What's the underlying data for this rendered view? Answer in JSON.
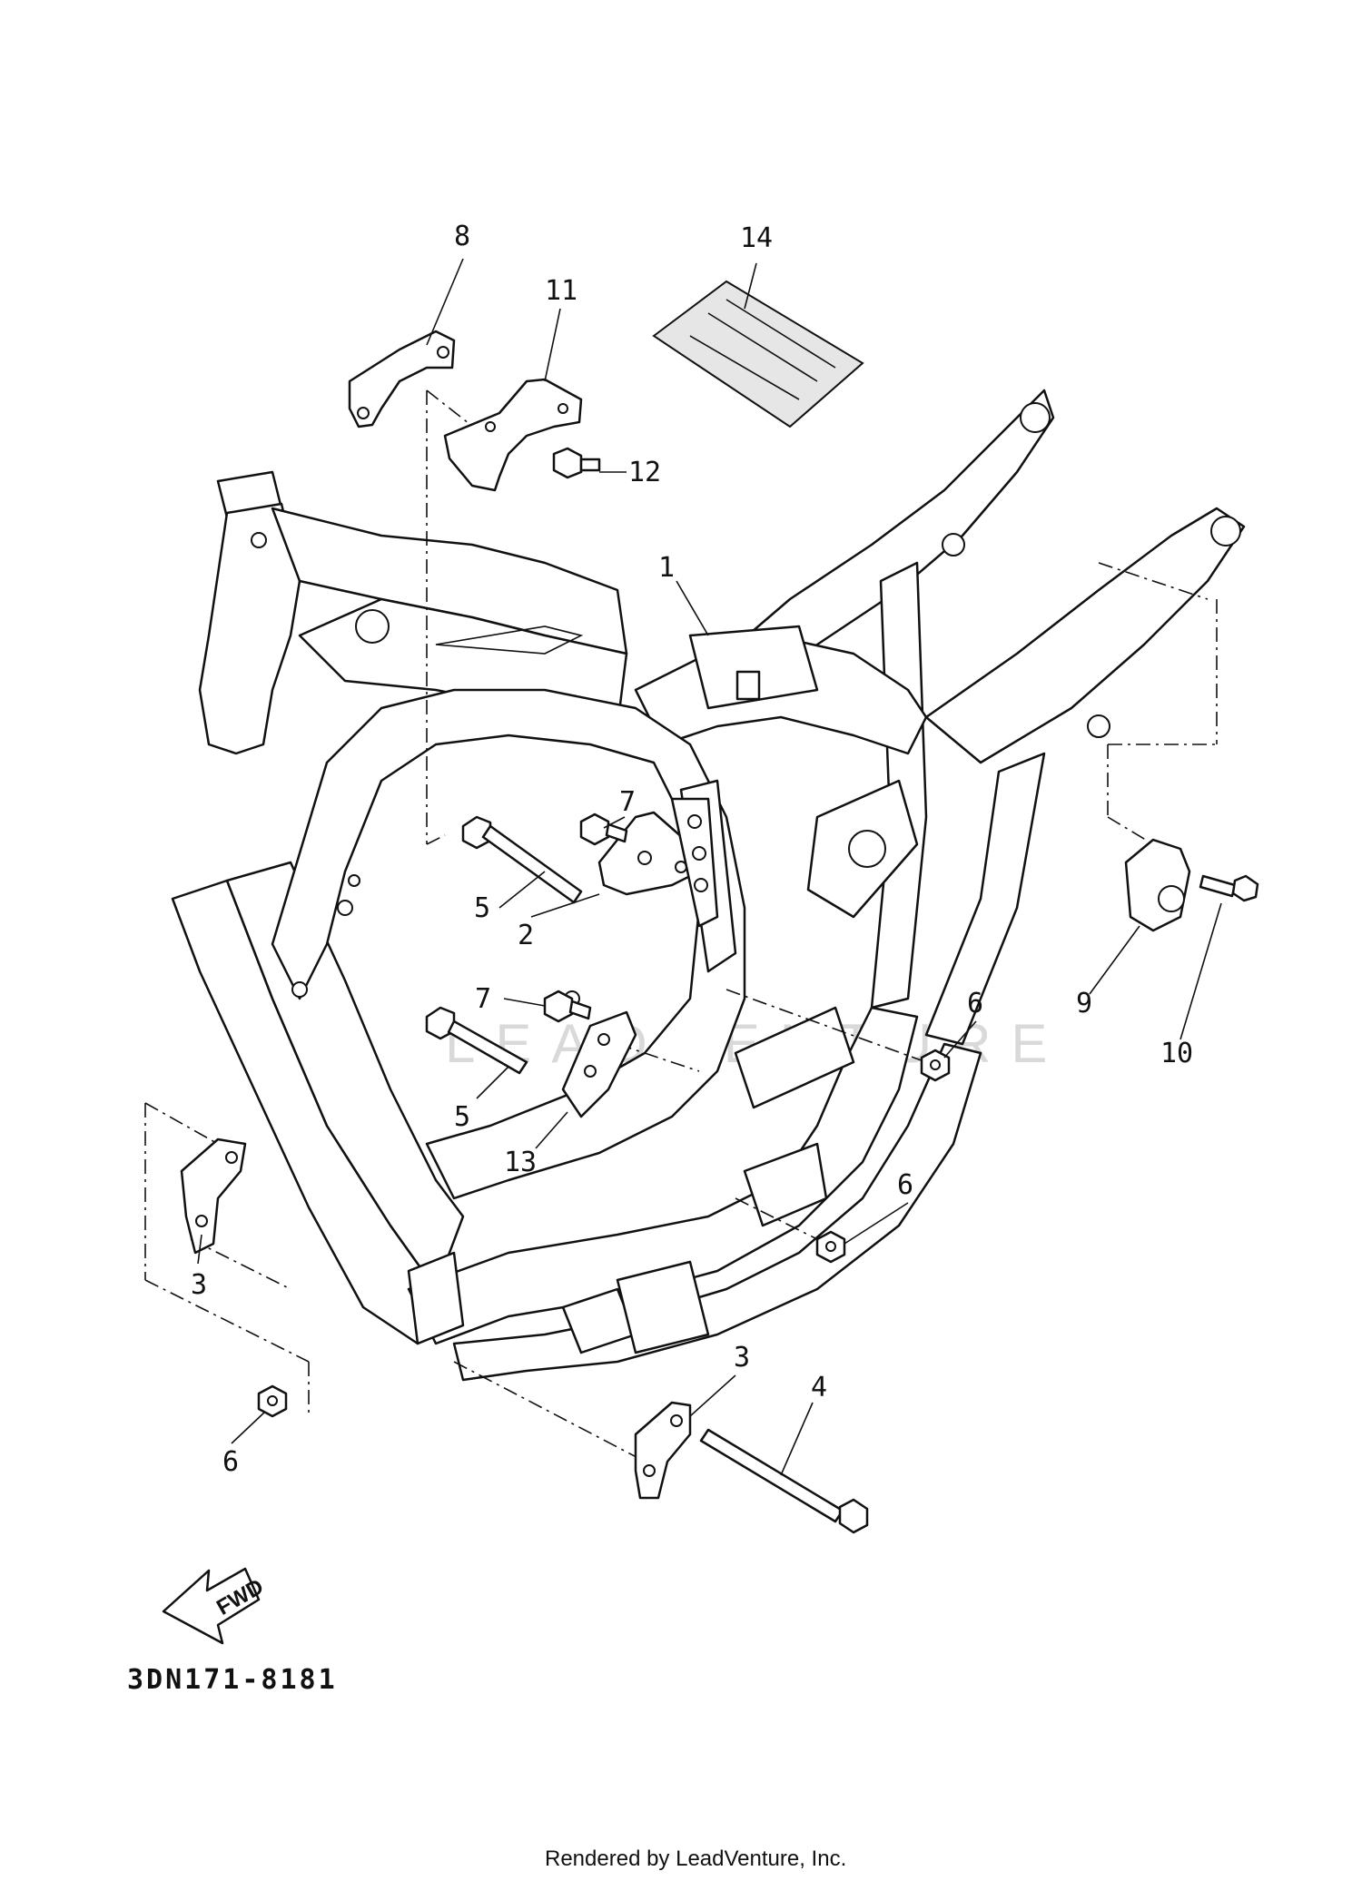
{
  "diagram": {
    "callouts": [
      {
        "id": "c1",
        "label": "1"
      },
      {
        "id": "c2",
        "label": "2"
      },
      {
        "id": "c3a",
        "label": "3"
      },
      {
        "id": "c3b",
        "label": "3"
      },
      {
        "id": "c4",
        "label": "4"
      },
      {
        "id": "c5a",
        "label": "5"
      },
      {
        "id": "c5b",
        "label": "5"
      },
      {
        "id": "c6a",
        "label": "6"
      },
      {
        "id": "c6b",
        "label": "6"
      },
      {
        "id": "c6c",
        "label": "6"
      },
      {
        "id": "c7a",
        "label": "7"
      },
      {
        "id": "c7b",
        "label": "7"
      },
      {
        "id": "c8",
        "label": "8"
      },
      {
        "id": "c9",
        "label": "9"
      },
      {
        "id": "c10",
        "label": "10"
      },
      {
        "id": "c11",
        "label": "11"
      },
      {
        "id": "c12",
        "label": "12"
      },
      {
        "id": "c13",
        "label": "13"
      },
      {
        "id": "c14",
        "label": "14"
      }
    ],
    "fwd_arrow_label": "FWD",
    "diagram_code": "3DN171-8181",
    "watermark": "LEADVENTURE",
    "footer": "Rendered by LeadVenture, Inc."
  }
}
